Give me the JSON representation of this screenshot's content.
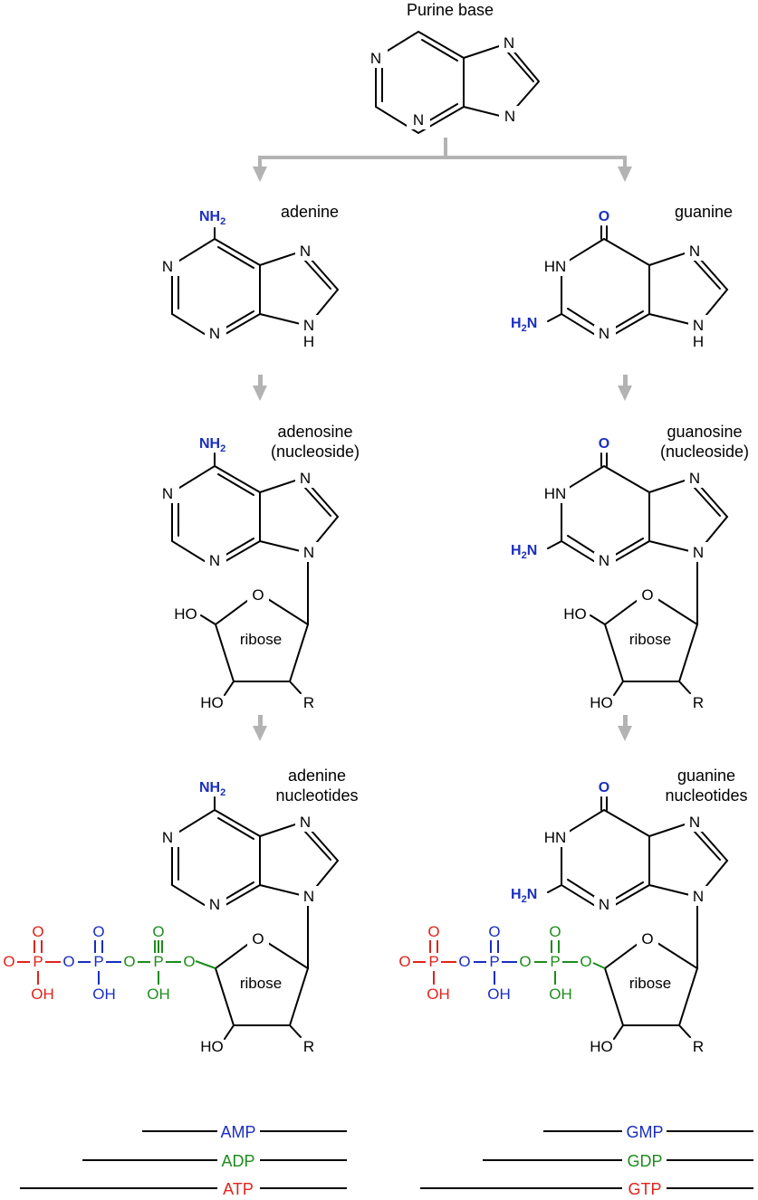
{
  "title": "Purine base",
  "colors": {
    "black": "#000000",
    "blue": "#1a2fbf",
    "green": "#1e8c1e",
    "red": "#e0231c",
    "arrow": "#b3b3b3"
  },
  "atoms": {
    "N": "N",
    "NH": "NH",
    "HN": "HN",
    "H": "H",
    "O": "O",
    "HO": "HO",
    "OH": "OH",
    "P": "P",
    "R": "R"
  },
  "groups": {
    "nh2": {
      "main": "NH",
      "sub": "2"
    },
    "h2n": {
      "h": "H",
      "sub": "2",
      "n": "N"
    }
  },
  "labels": {
    "adenine": "adenine",
    "guanine": "guanine",
    "adenosine": "adenosine",
    "guanosine": "guanosine",
    "nucleoside": "(nucleoside)",
    "ribose": "ribose",
    "adenine_nucleotides_1": "adenine",
    "guanine_nucleotides_1": "guanine",
    "nucleotides": "nucleotides"
  },
  "legend": {
    "amp": "AMP",
    "adp": "ADP",
    "atp": "ATP",
    "gmp": "GMP",
    "gdp": "GDP",
    "gtp": "GTP"
  }
}
